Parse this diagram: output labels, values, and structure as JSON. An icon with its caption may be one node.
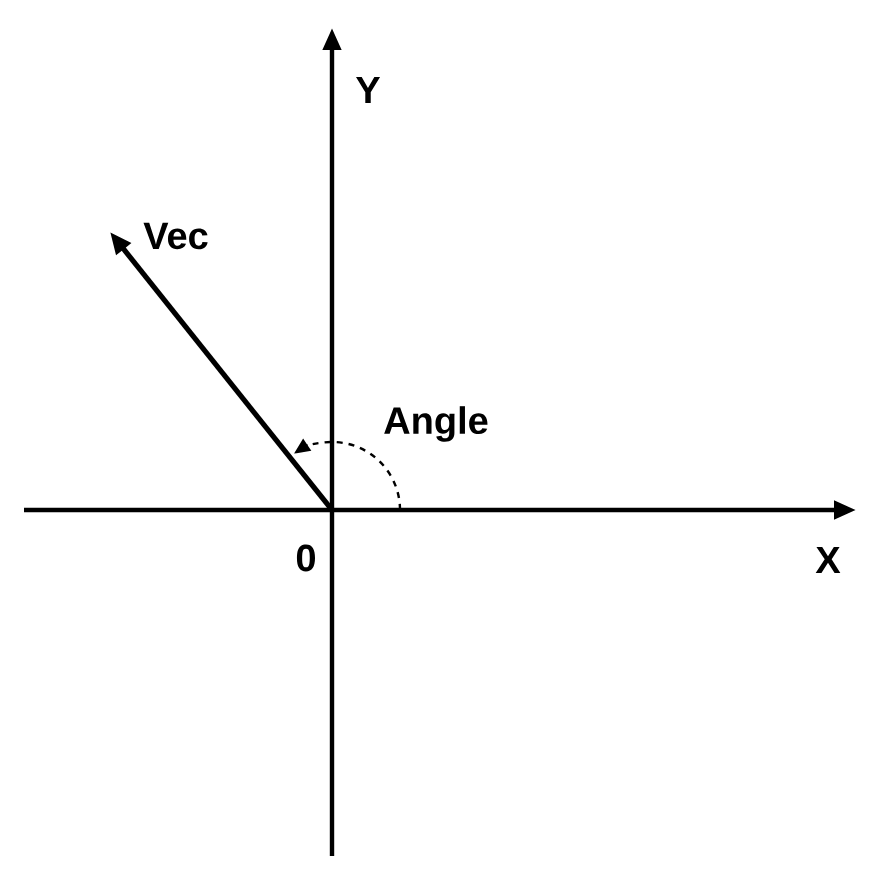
{
  "diagram": {
    "labels": [
      "Y",
      "Vec",
      "Angle",
      "0",
      "X"
    ]
  }
}
